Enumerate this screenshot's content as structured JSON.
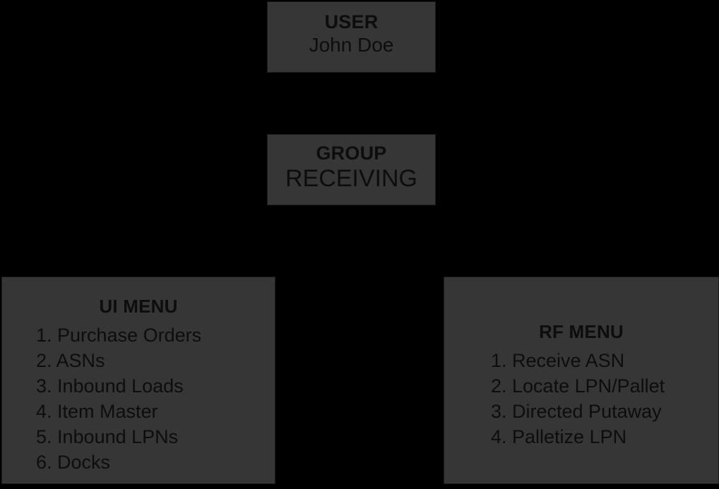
{
  "diagram": {
    "background_color": "#000000",
    "node_fill_color": "#363636",
    "node_text_color": "#0d0d0d",
    "nodes": {
      "user": {
        "title": "USER",
        "subtitle": "John Doe"
      },
      "group": {
        "title": "GROUP",
        "subtitle": "RECEIVING"
      },
      "ui_menu": {
        "title": "UI MENU",
        "items": [
          "1. Purchase Orders",
          "2. ASNs",
          "3. Inbound Loads",
          "4. Item Master",
          "5. Inbound LPNs",
          "6. Docks"
        ]
      },
      "rf_menu": {
        "title": "RF MENU",
        "items": [
          "1. Receive ASN",
          "2. Locate LPN/Pallet",
          "3. Directed Putaway",
          "4. Palletize LPN"
        ]
      }
    }
  }
}
